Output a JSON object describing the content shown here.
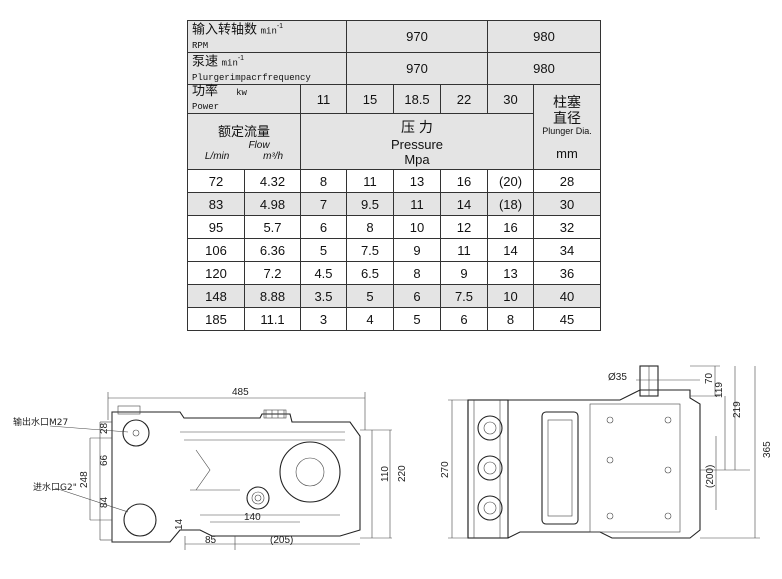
{
  "table": {
    "row_input_rpm": {
      "label_cn": "输入转轴数",
      "unit": "min",
      "unit_sup": "-1",
      "label_en": "RPM",
      "v1": "970",
      "v2": "980"
    },
    "row_pump_speed": {
      "label_cn": "泵速",
      "unit": "min",
      "unit_sup": "-1",
      "label_en": "Plurgerimpacrfrequency",
      "v1": "970",
      "v2": "980"
    },
    "row_power": {
      "label_cn": "功率",
      "unit": "kw",
      "label_en": "Power",
      "values": [
        "11",
        "15",
        "18.5",
        "22",
        "30"
      ]
    },
    "header_flow": {
      "cn": "额定流量",
      "en": "Flow",
      "unit_a": "L/min",
      "unit_b": "m³/h"
    },
    "header_pressure": {
      "cn": "压  力",
      "en": "Pressure",
      "unit": "Mpa"
    },
    "header_plunger": {
      "cn1": "柱塞",
      "cn2": "直径",
      "en": "Plunger Dia.",
      "unit": "mm"
    },
    "rows": [
      [
        "72",
        "4.32",
        "8",
        "11",
        "13",
        "16",
        "(20)",
        "28"
      ],
      [
        "83",
        "4.98",
        "7",
        "9.5",
        "11",
        "14",
        "(18)",
        "30"
      ],
      [
        "95",
        "5.7",
        "6",
        "8",
        "10",
        "12",
        "16",
        "32"
      ],
      [
        "106",
        "6.36",
        "5",
        "7.5",
        "9",
        "11",
        "14",
        "34"
      ],
      [
        "120",
        "7.2",
        "4.5",
        "6.5",
        "8",
        "9",
        "13",
        "36"
      ],
      [
        "148",
        "8.88",
        "3.5",
        "5",
        "6",
        "7.5",
        "10",
        "40"
      ],
      [
        "185",
        "11.1",
        "3",
        "4",
        "5",
        "6",
        "8",
        "45"
      ]
    ]
  },
  "drawing_left": {
    "outlet_label": "输出水口M27",
    "inlet_label": "进水口G2\"",
    "dims": {
      "d485": "485",
      "d28": "28",
      "d66": "66",
      "d248": "248",
      "d84": "84",
      "d14": "14",
      "d140": "140",
      "d85": "85",
      "d205": "(205)",
      "d110": "110",
      "d220": "220"
    }
  },
  "drawing_right": {
    "dims": {
      "d35": "Ø35",
      "d70": "70",
      "d119": "119",
      "d219": "219",
      "d365": "365",
      "d200": "(200)",
      "d270": "270"
    }
  }
}
